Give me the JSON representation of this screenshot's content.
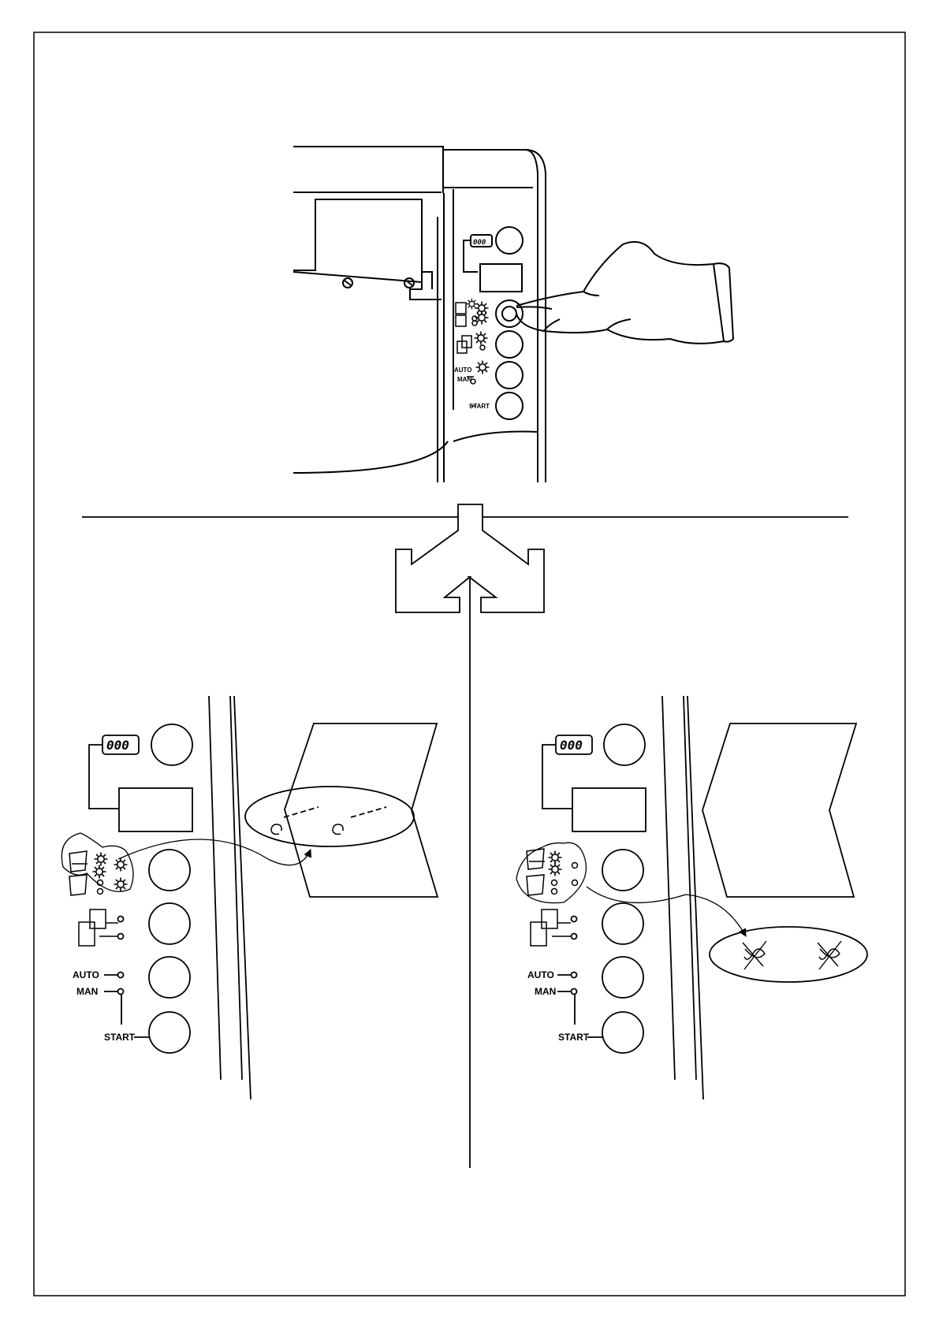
{
  "figure": {
    "line_color": "#000000",
    "background": "#ffffff"
  },
  "top_panel": {
    "display_digits": "000",
    "labels": {
      "auto": "AUTO",
      "man": "MAN",
      "start": "START"
    },
    "icons": [
      "counter-display-icon",
      "sun-led-icon",
      "finger-pressing-icon"
    ]
  },
  "left_panel": {
    "display_digits": "000",
    "labels": {
      "auto": "AUTO",
      "man": "MAN",
      "start": "START"
    },
    "result_icons": [
      "staple-icon",
      "staple-icon"
    ]
  },
  "right_panel": {
    "display_digits": "000",
    "labels": {
      "auto": "AUTO",
      "man": "MAN",
      "start": "START"
    },
    "result_icons": [
      "no-staple-icon",
      "no-staple-icon"
    ]
  }
}
